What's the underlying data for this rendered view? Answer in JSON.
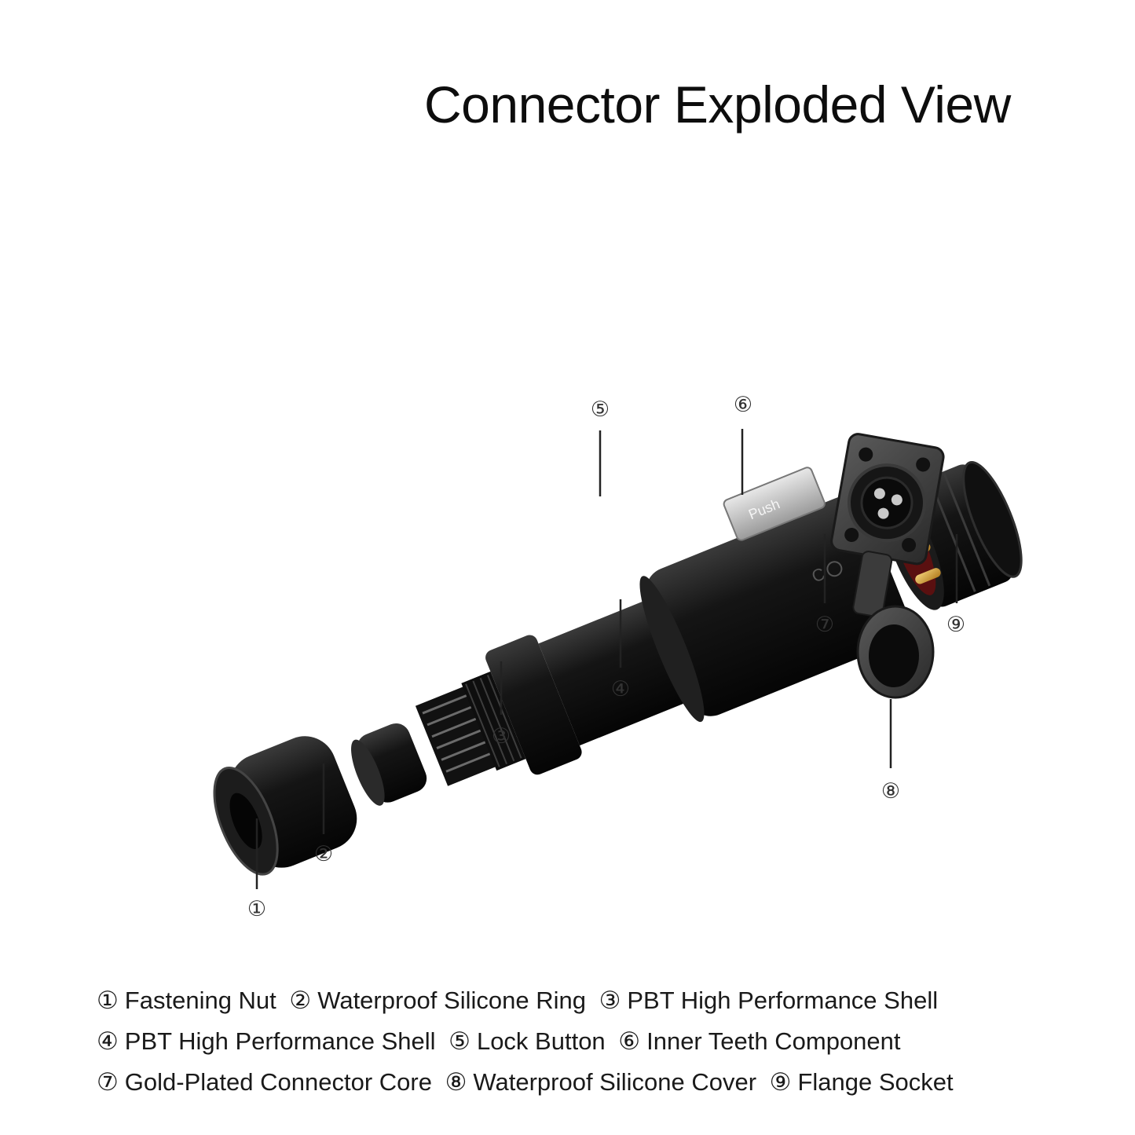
{
  "title": "Connector Exploded View",
  "diagram": {
    "pointers": {
      "p1": "①",
      "p2": "②",
      "p3": "③",
      "p4": "④",
      "p5": "⑤",
      "p6": "⑥",
      "p7": "⑦",
      "p8": "⑧",
      "p9": "⑨"
    },
    "lock_button_text": "Push"
  },
  "legend": {
    "line1": [
      {
        "num": "①",
        "label": "Fastening Nut"
      },
      {
        "num": "②",
        "label": "Waterproof Silicone Ring"
      },
      {
        "num": "③",
        "label": "PBT High Performance Shell"
      }
    ],
    "line2": [
      {
        "num": "④",
        "label": "PBT High Performance Shell"
      },
      {
        "num": "⑤",
        "label": "Lock Button"
      },
      {
        "num": "⑥",
        "label": "Inner Teeth Component"
      }
    ],
    "line3": [
      {
        "num": "⑦",
        "label": "Gold-Plated Connector Core"
      },
      {
        "num": "⑧",
        "label": "Waterproof Silicone Cover"
      },
      {
        "num": "⑨",
        "label": "Flange Socket"
      }
    ]
  }
}
